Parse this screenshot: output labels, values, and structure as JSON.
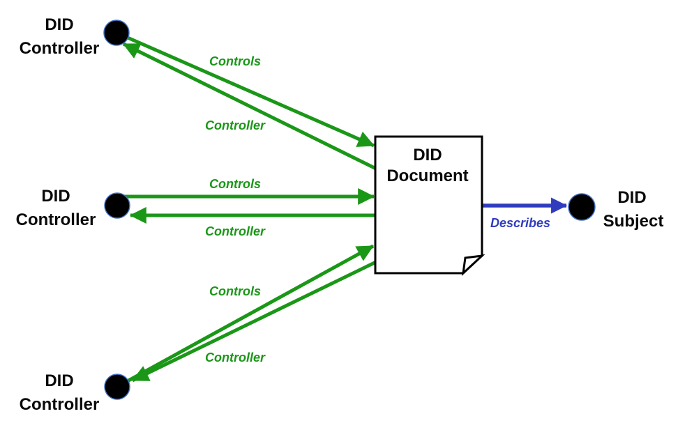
{
  "diagram": {
    "nodes": {
      "controller_top": {
        "line1": "DID",
        "line2": "Controller"
      },
      "controller_middle": {
        "line1": "DID",
        "line2": "Controller"
      },
      "controller_bottom": {
        "line1": "DID",
        "line2": "Controller"
      },
      "document": {
        "line1": "DID",
        "line2": "Document"
      },
      "subject": {
        "line1": "DID",
        "line2": "Subject"
      }
    },
    "edges": {
      "top": {
        "controls": "Controls",
        "controller": "Controller"
      },
      "middle": {
        "controls": "Controls",
        "controller": "Controller"
      },
      "bottom": {
        "controls": "Controls",
        "controller": "Controller"
      },
      "describes": "Describes"
    },
    "colors": {
      "edge_green": "#1B9718",
      "edge_blue": "#2F3CBE",
      "node_fill": "#000000",
      "node_outline": "#4472C4",
      "document_fill": "#FFFFFF",
      "document_outline": "#000000",
      "label_text": "#0A0A0A",
      "background": "#FFFFFF"
    }
  }
}
